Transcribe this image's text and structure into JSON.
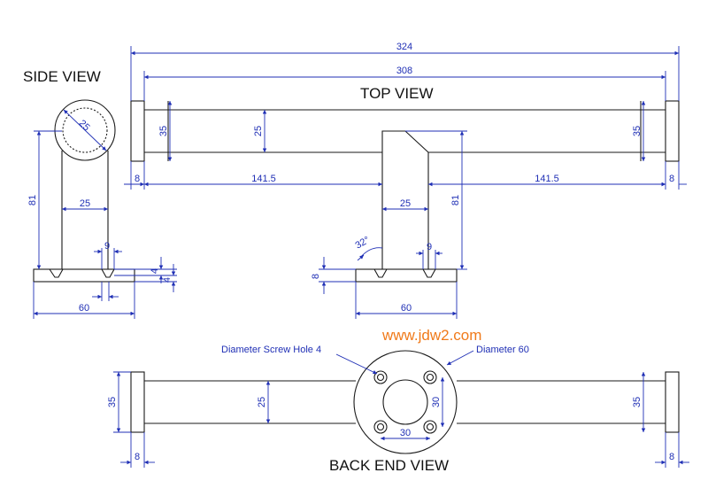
{
  "titles": {
    "side_view": "SIDE VIEW",
    "top_view": "TOP VIEW",
    "back_end_view": "BACK END VIEW"
  },
  "watermark": "www.jdw2.com",
  "notes": {
    "screw_hole": "Diameter Screw Hole 4",
    "base_diameter": "Diameter 60"
  },
  "dimensions": {
    "overall_length": "324",
    "bar_length": "308",
    "end_height_left": "35",
    "bar_diameter": "25",
    "end_height_right": "35",
    "end_width_left": "8",
    "left_offset": "141.5",
    "right_offset": "141.5",
    "end_width_right": "8",
    "post_width": "25",
    "post_height": "81",
    "angle": "32°",
    "hole_spacing": "9",
    "base_thickness": "8",
    "base_width": "60",
    "side_bar_diameter": "25",
    "side_post_height": "81",
    "side_post_width": "25",
    "side_hole_spacing": "9",
    "side_base_step_1": "4",
    "side_base_step_2": "4",
    "side_base_width": "60",
    "back_end_height_left": "35",
    "back_bar_diameter": "25",
    "back_hole_spacing_v": "30",
    "back_hole_spacing_h": "30",
    "back_end_height_right": "35",
    "back_end_width_left": "8",
    "back_end_width_right": "8"
  },
  "colors": {
    "outline": "#1a1a1a",
    "dimension": "#1f2fb5",
    "watermark": "#f07a1a"
  }
}
